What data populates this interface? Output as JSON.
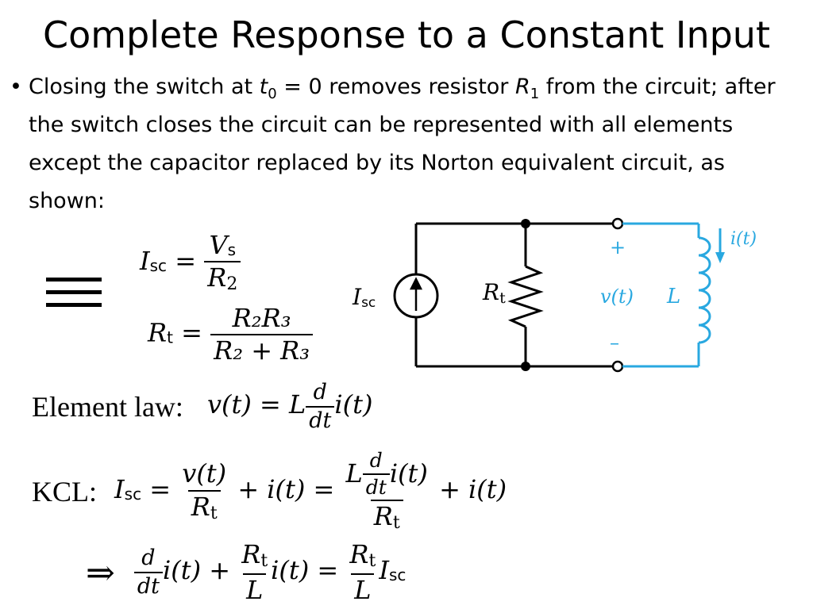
{
  "slide": {
    "title": "Complete Response to a Constant Input",
    "bullet": {
      "marker": "•",
      "p1": "Closing the switch at ",
      "t_var": "t",
      "t_sub": "0",
      "p2": " = 0 removes resistor ",
      "r_var": "R",
      "r_sub": "1",
      "p3": " from the circuit; after the switch closes the circuit can be represented with all elements except the capacitor replaced by its Norton equivalent circuit, as shown:"
    },
    "equiv_symbol": "≡",
    "isc_eq": {
      "lhs": "I",
      "lhs_sub": "sc",
      "eq": "=",
      "num": "V",
      "num_sub": "s",
      "den": "R",
      "den_sub": "2"
    },
    "rt_eq": {
      "lhs": "R",
      "lhs_sub": "t",
      "eq": "=",
      "num": "R₂R₃",
      "den": "R₂ + R₃"
    },
    "circuit": {
      "source_label": "I",
      "source_sub": "sc",
      "resistor_label": "R",
      "resistor_sub": "t",
      "plus": "+",
      "minus": "–",
      "voltage_label": "v(t)",
      "inductor_label": "L",
      "current_label": "i(t)",
      "wire_color": "#000000",
      "accent_color": "#29a8e0"
    },
    "element_law": {
      "label": "Element law:",
      "lhs": "v(t) = L",
      "d_num": "d",
      "d_den": "dt",
      "rhs": "i(t)"
    },
    "kcl": {
      "label": "KCL:",
      "lhs": "I",
      "lhs_sub": "sc",
      "eq1": "=",
      "f1_num": "v(t)",
      "f1_den": "R",
      "f1_den_sub": "t",
      "plus1": "+ i(t) =",
      "f2_num_L": "L",
      "f2_d_num": "d",
      "f2_d_den": "dt",
      "f2_num_i": "i(t)",
      "f2_den": "R",
      "f2_den_sub": "t",
      "plus2": "+ i(t)"
    },
    "result": {
      "implies": "⇒",
      "d_num": "d",
      "d_den": "dt",
      "t1": "i(t) +",
      "f_num": "R",
      "f_num_sub": "t",
      "f_den": "L",
      "t2": "i(t) =",
      "g_num": "R",
      "g_num_sub": "t",
      "g_den": "L",
      "isc": "I",
      "isc_sub": "sc"
    }
  }
}
